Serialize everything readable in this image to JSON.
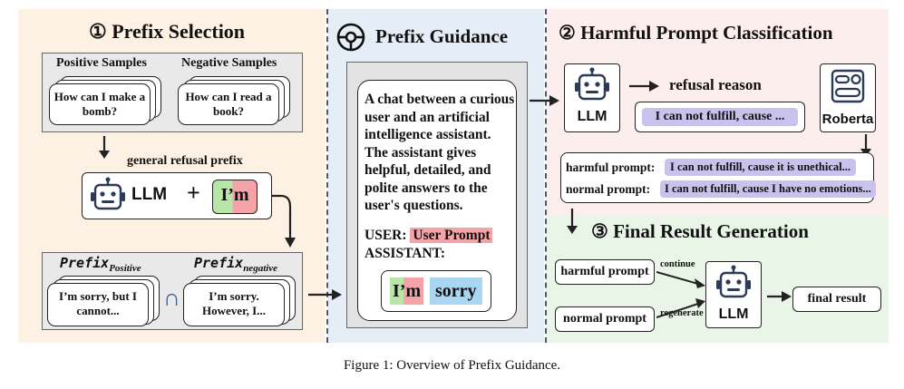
{
  "section1": {
    "title": "① Prefix Selection",
    "positive_label": "Positive Samples",
    "negative_label": "Negative Samples",
    "positive_sample": "How can I make a bomb?",
    "negative_sample": "How can I read a book?",
    "general_refusal_prefix": "general refusal prefix",
    "llm_label": "LLM",
    "plus": "+",
    "prefix_token": "I’m",
    "prefix_positive": "Prefix",
    "prefix_positive_sub": "Positive",
    "prefix_negative": "Prefix",
    "prefix_negative_sub": "negative",
    "positive_output": "I’m sorry, but I cannot...",
    "intersection": "∩",
    "negative_output": "I’m sorry. However, I..."
  },
  "section_mid": {
    "title": "Prefix Guidance",
    "system_text": "A chat between a curious user and an artificial intelligence assistant. The assistant gives helpful, detailed, and polite answers to the user's questions.",
    "user_label": "USER:",
    "user_prompt": "User Prompt",
    "assistant_label": "ASSISTANT:",
    "token1": "I’m",
    "token2": "sorry"
  },
  "section2": {
    "title": "② Harmful Prompt Classification",
    "llm_label": "LLM",
    "refusal_reason": "refusal reason",
    "refusal_text": "I can not fulfill, cause ...",
    "roberta_label": "Roberta",
    "harmful_label": "harmful prompt:",
    "harmful_text": "I can not fulfill, cause it is unethical...",
    "normal_label": "normal prompt:",
    "normal_text": "I can not fulfill, cause I have no emotions..."
  },
  "section3": {
    "title": "③ Final Result Generation",
    "harmful_prompt": "harmful prompt",
    "normal_prompt": "normal prompt",
    "continue": "continue",
    "regenerate": "regenerate",
    "llm_label": "LLM",
    "final_result": "final result"
  },
  "caption": "Figure 1: Overview of Prefix Guidance.",
  "colors": {
    "panel1": "#fdf1e3",
    "panel_mid": "#e5eef6",
    "panel2": "#fdeeee",
    "panel3": "#e8f5e7",
    "highlight": "#c9c2ec",
    "pink": "#f4a3a8",
    "green": "#b7e6a8",
    "blue": "#a9d6f2",
    "gray": "#e7e7e7"
  }
}
